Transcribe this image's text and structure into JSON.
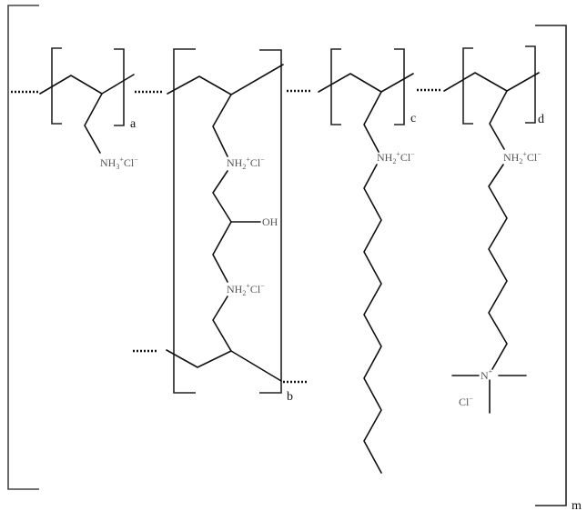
{
  "figure": {
    "type": "chemical-structure",
    "description": "Copolymer repeat unit with four monomer blocks enclosed in outer bracket"
  },
  "units": [
    {
      "id": "a",
      "subscript": "a",
      "group": "NH3+Cl-",
      "label_main": "NH",
      "label_sub": "3",
      "label_charge": "+",
      "counterion": "Cl",
      "counter_charge": "−"
    },
    {
      "id": "b",
      "subscript": "b",
      "group_top": "NH2+Cl-",
      "hydroxyl": "OH",
      "group_bottom": "NH2+Cl-",
      "label_main": "NH",
      "label_sub": "2",
      "label_charge": "+",
      "counterion": "Cl",
      "counter_charge": "−"
    },
    {
      "id": "c",
      "subscript": "c",
      "group": "NH2+Cl-",
      "label_main": "NH",
      "label_sub": "2",
      "label_charge": "+",
      "counterion": "Cl",
      "counter_charge": "−",
      "tail": "long alkyl chain"
    },
    {
      "id": "d",
      "subscript": "d",
      "group": "NH2+Cl-",
      "label_main": "NH",
      "label_sub": "2",
      "label_charge": "+",
      "counterion": "Cl",
      "counter_charge": "−",
      "terminal": "N+(CH3)3 Cl-",
      "terminal_n": "N",
      "terminal_charge": "+",
      "terminal_counterion": "Cl",
      "terminal_counter_charge": "−"
    }
  ],
  "outer": {
    "subscript": "m"
  }
}
